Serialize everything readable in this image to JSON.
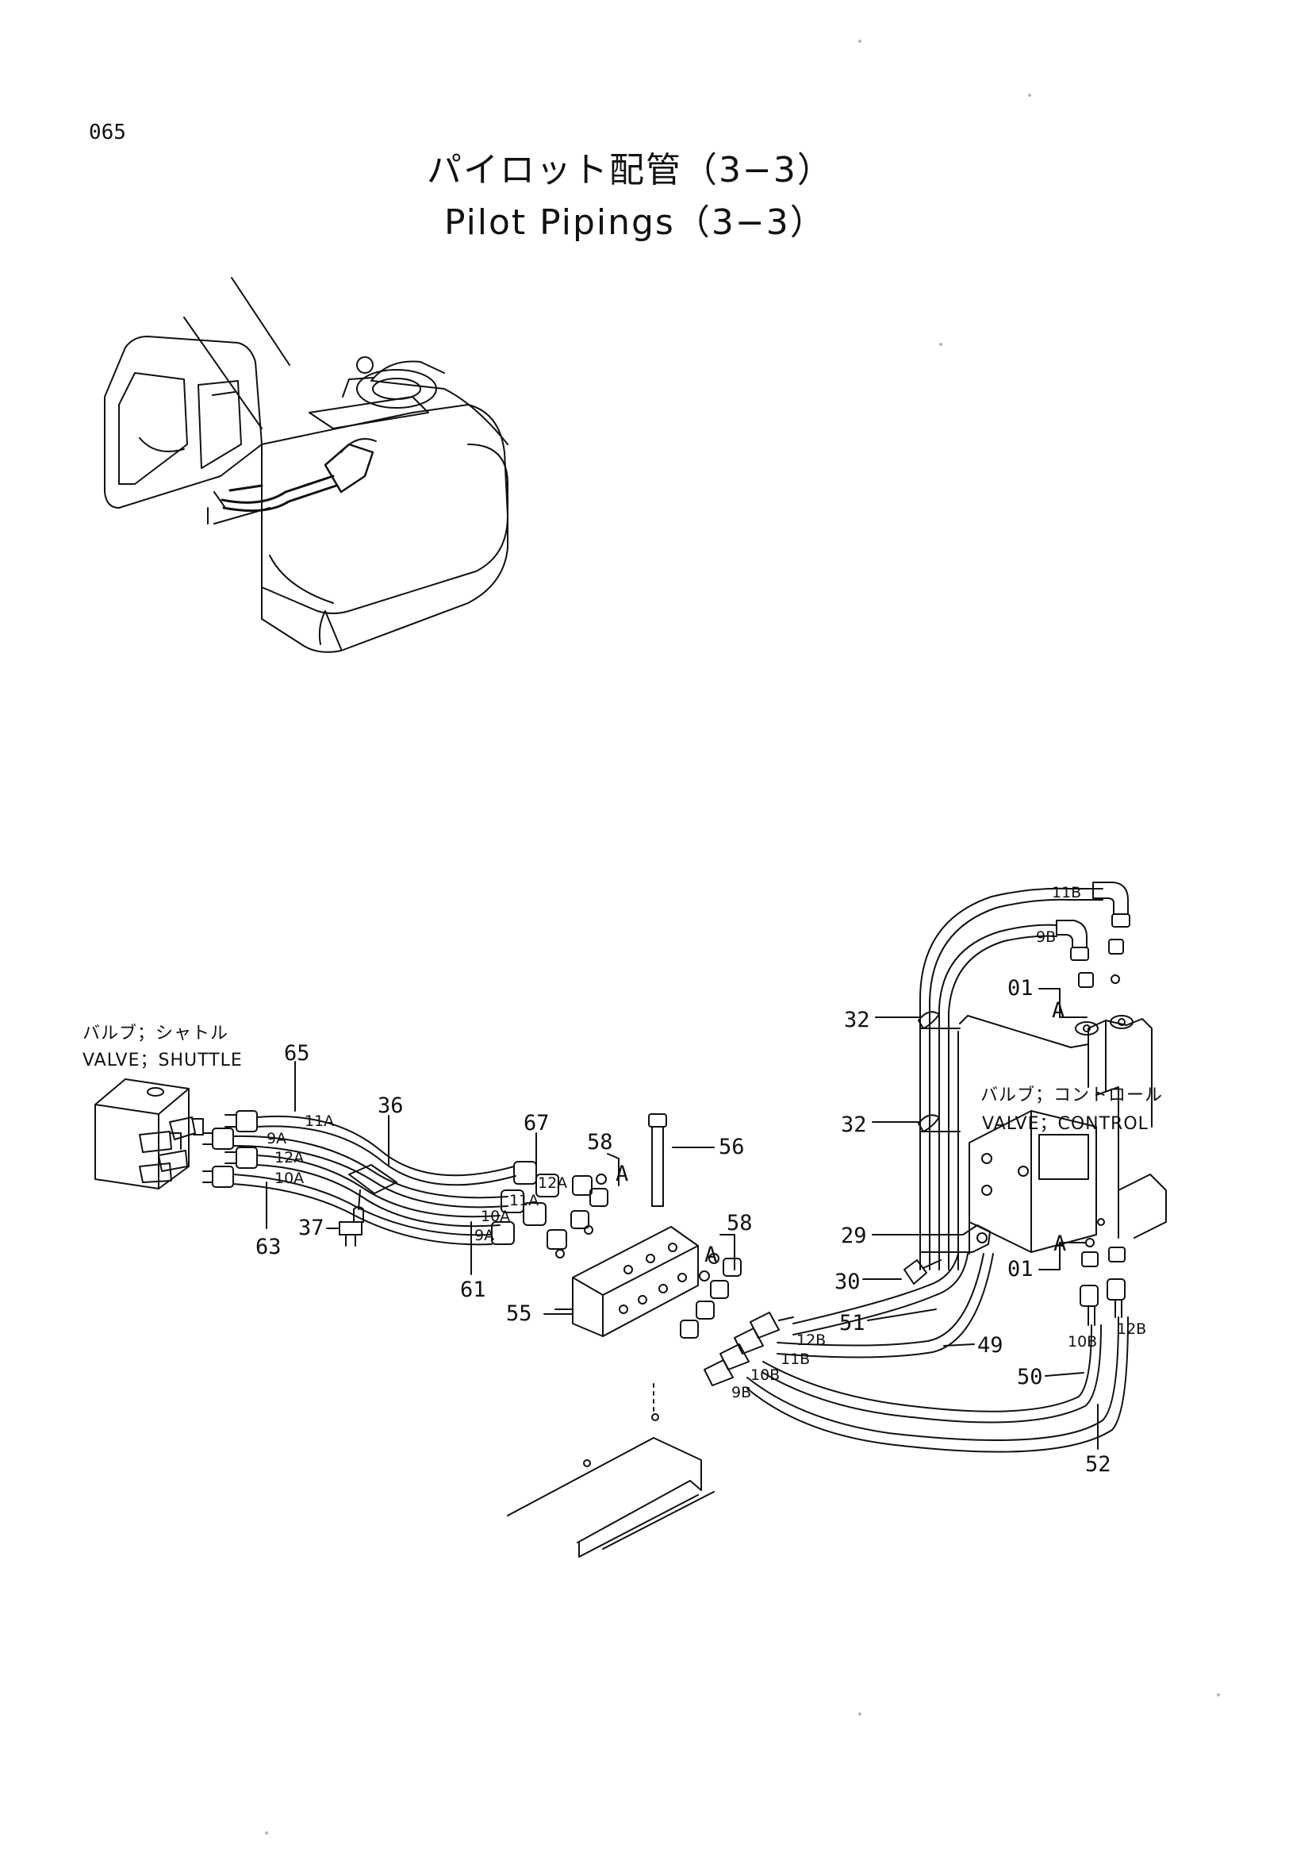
{
  "page": {
    "number": "065"
  },
  "title": {
    "japanese": "パイロット配管（3−3）",
    "english": "Pilot Pipings（3−3）"
  },
  "components": {
    "shuttle_valve": {
      "jp": "バルブ；シャトル",
      "en": "VALVE；SHUTTLE"
    },
    "control_valve": {
      "jp": "バルブ；コントロール",
      "en": "VALVE；CONTROL"
    }
  },
  "callouts": {
    "c65": "65",
    "c36": "36",
    "c67": "67",
    "c58a": "58",
    "c56": "56",
    "c58b": "58",
    "c37": "37",
    "c63": "63",
    "c61": "61",
    "c55": "55",
    "c32a": "32",
    "c32b": "32",
    "c29": "29",
    "c30": "30",
    "c51": "51",
    "c49": "49",
    "c50": "50",
    "c52": "52",
    "c01a": "01",
    "c01b": "01"
  },
  "hose_labels": {
    "h11A": "11A",
    "h9A": "9A",
    "h12A": "12A",
    "h10A": "10A",
    "h12A_b": "12A",
    "h11A_b": "11A",
    "h10A_b": "10A",
    "h9A_b": "9A",
    "h11B": "11B",
    "h9B": "9B",
    "h12B": "12B",
    "h11B_b": "11B",
    "h10B": "10B",
    "h9B_b": "9B",
    "h10B_r": "10B",
    "h12B_r": "12B"
  },
  "view_markers": {
    "A1": "A",
    "A2": "A",
    "A3": "A",
    "A4": "A"
  }
}
